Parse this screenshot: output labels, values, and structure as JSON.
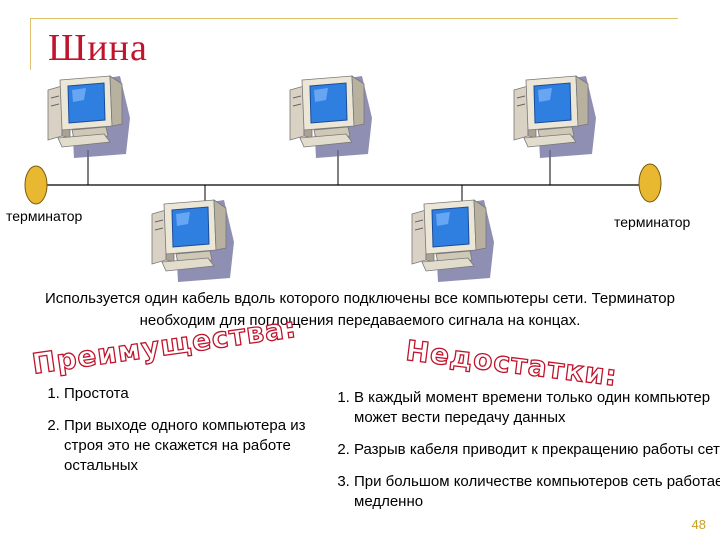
{
  "title": "Шина",
  "terminator_left": "терминатор",
  "terminator_right": "терминатор",
  "description": "Используется один кабель вдоль которого подключены все компьютеры сети. Терминатор необходим для поглощения передаваемого сигнала на концах.",
  "advantages": {
    "heading": "Преимущества:",
    "items": [
      "Простота",
      "При выходе одного компьютера из строя это не скажется на работе остальных"
    ]
  },
  "disadvantages": {
    "heading": "Недостатки:",
    "items": [
      "В каждый момент времени только один компьютер может вести передачу данных",
      "Разрыв кабеля приводит к прекращению работы сети",
      "При большом количестве компьютеров сеть работает медленно"
    ]
  },
  "page_number": "48",
  "colors": {
    "title": "#c0142c",
    "terminator": "#e8b830",
    "cable": "#000000",
    "screen": "#2f7fe0"
  }
}
